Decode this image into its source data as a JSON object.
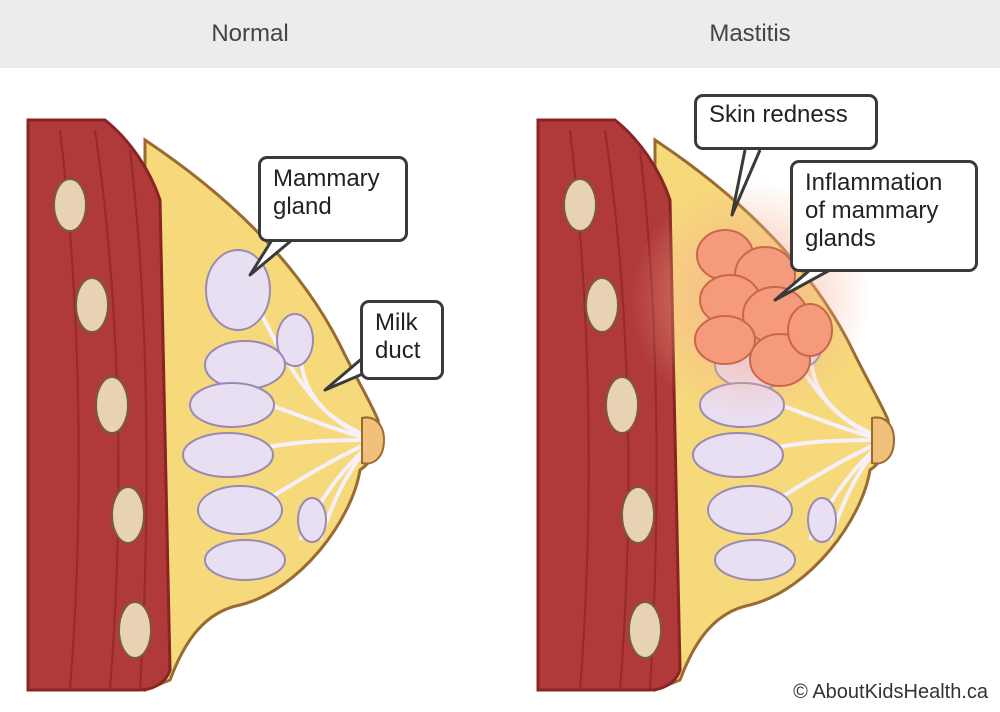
{
  "panels": {
    "normal": {
      "title": "Normal",
      "labels": {
        "mammary_gland": "Mammary\ngland",
        "milk_duct": "Milk\nduct"
      }
    },
    "mastitis": {
      "title": "Mastitis",
      "labels": {
        "skin_redness": "Skin redness",
        "inflammation": "Inflammation\nof mammary\nglands"
      }
    }
  },
  "copyright": "© AboutKidsHealth.ca",
  "colors": {
    "muscle": "#b03a3a",
    "muscle_dark": "#8a2424",
    "rib": "#e8d2b4",
    "fat": "#f6d97a",
    "skin_outline": "#9a6a30",
    "lobule": "#e9dff3",
    "duct": "#f7f0fb",
    "inflamed": "#f59a7a",
    "redness_glow": "#f7b08f",
    "header_bg": "#ececec"
  }
}
